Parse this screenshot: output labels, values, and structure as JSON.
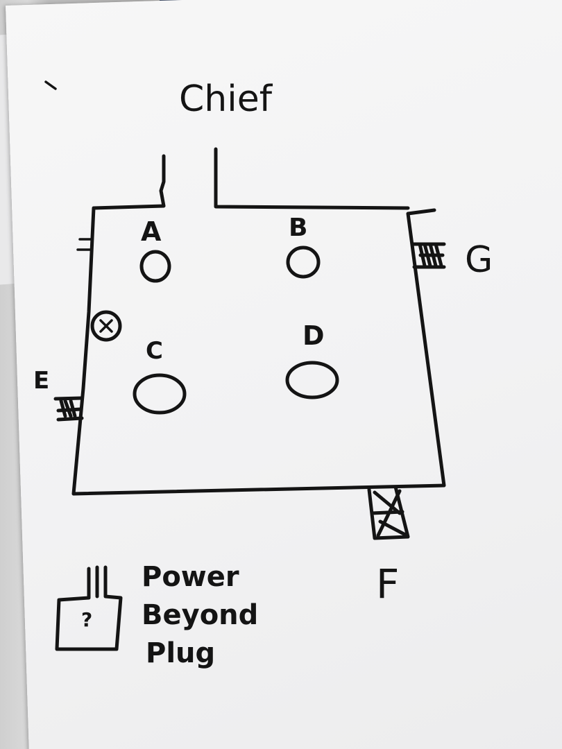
{
  "title": "Chief",
  "ports": {
    "a": "A",
    "b": "B",
    "c": "C",
    "d": "D",
    "e": "E",
    "f": "F",
    "g": "G"
  },
  "legend": {
    "line1": "Power",
    "line2": "Beyond",
    "line3": "Plug",
    "mark": "?"
  },
  "colors": {
    "ink": "#141414",
    "paper": "#f4f4f5"
  }
}
